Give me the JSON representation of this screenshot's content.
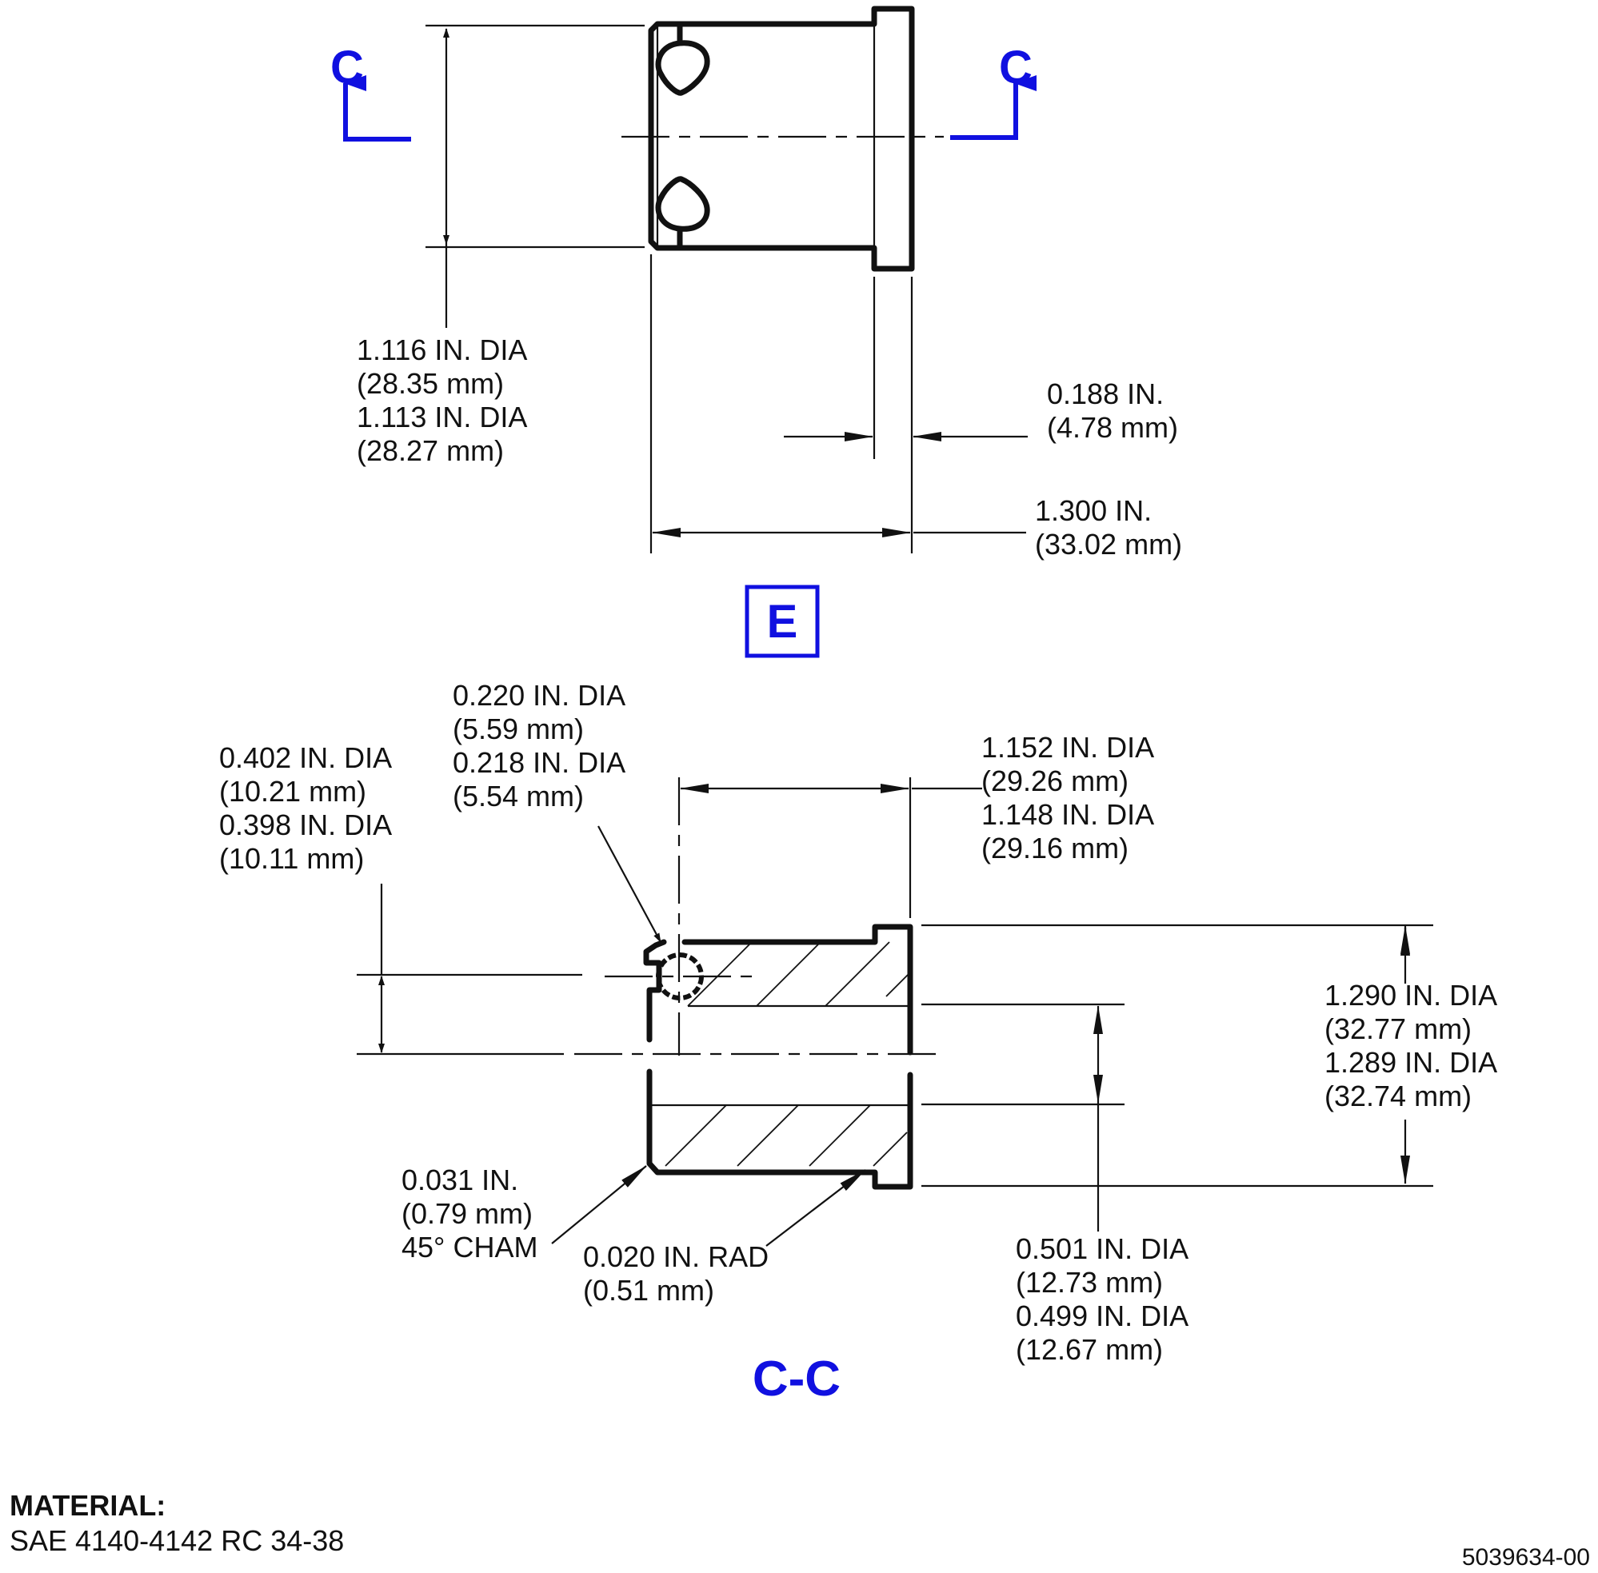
{
  "section_marks": {
    "left": "C",
    "right": "C"
  },
  "view_label": "E",
  "section_title": "C-C",
  "top_view": {
    "outer_dia": [
      "1.116 IN. DIA",
      "(28.35 mm)",
      "1.113 IN. DIA",
      "(28.27 mm)"
    ],
    "flange_thickness": [
      "0.188 IN.",
      "(4.78 mm)"
    ],
    "overall_length": [
      "1.300 IN.",
      "(33.02 mm)"
    ]
  },
  "section_view": {
    "cross_hole_dia": [
      "0.220 IN. DIA",
      "(5.59 mm)",
      "0.218 IN. DIA",
      "(5.54 mm)"
    ],
    "cross_hole_offset": [
      "0.402 IN. DIA",
      "(10.21 mm)",
      "0.398 IN. DIA",
      "(10.11 mm)"
    ],
    "body_dia": [
      "1.152 IN. DIA",
      "(29.26 mm)",
      "1.148 IN. DIA",
      "(29.16 mm)"
    ],
    "flange_dia": [
      "1.290 IN. DIA",
      "(32.77 mm)",
      "1.289 IN. DIA",
      "(32.74 mm)"
    ],
    "chamfer": [
      "0.031 IN.",
      "(0.79 mm)",
      "45° CHAM"
    ],
    "radius": [
      "0.020 IN. RAD",
      "(0.51 mm)"
    ],
    "bore_dia": [
      "0.501 IN. DIA",
      "(12.73 mm)",
      "0.499 IN. DIA",
      "(12.67 mm)"
    ]
  },
  "material": {
    "heading": "MATERIAL:",
    "spec": "SAE 4140-4142 RC 34-38"
  },
  "drawing_number": "5039634-00",
  "colors": {
    "label_blue": "#1010e0",
    "ink": "#111111"
  }
}
